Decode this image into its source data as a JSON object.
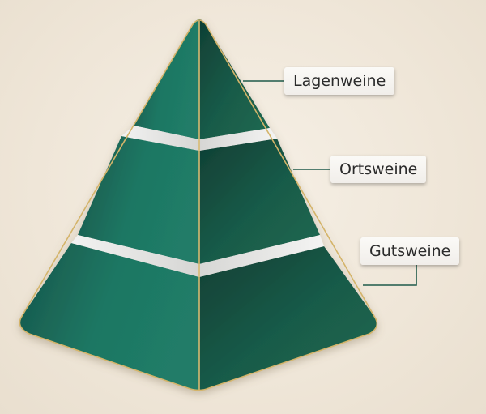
{
  "pyramid": {
    "tiers": [
      {
        "label": "Lagenweine",
        "level": "top"
      },
      {
        "label": "Ortsweine",
        "level": "middle"
      },
      {
        "label": "Gutsweine",
        "level": "bottom"
      }
    ]
  },
  "colors": {
    "background": "#efe6d8",
    "tier_light": "#1f7a66",
    "tier_dark": "#123f33",
    "gold_edge": "#d4b46a",
    "divider": "#e4e4e2",
    "connector": "#1e5a4a"
  }
}
